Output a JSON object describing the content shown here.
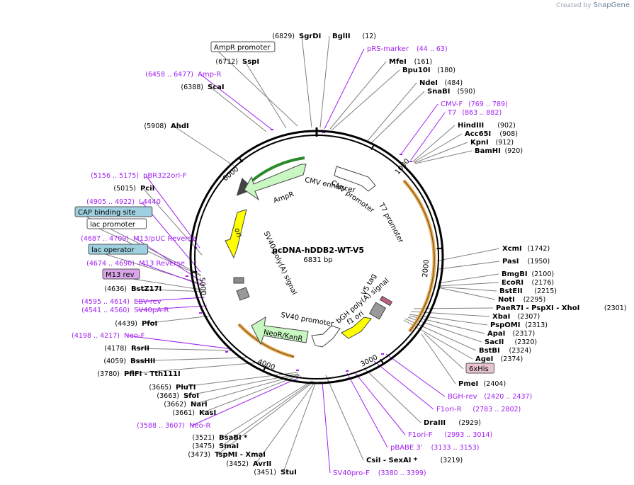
{
  "brand": {
    "created_by": "Created by",
    "name": "SnapGene"
  },
  "plasmid": {
    "name": "pcDNA-hDDB2-WT-V5",
    "size": "6831 bp"
  },
  "ticks": [
    "1000",
    "2000",
    "3000",
    "4000",
    "5000",
    "6000"
  ],
  "features": [
    {
      "key": "cmv_enh",
      "label": "CMV enhancer"
    },
    {
      "key": "cmv_pro",
      "label": "CMV promoter"
    },
    {
      "key": "t7_pro",
      "label": "T7 promoter"
    },
    {
      "key": "v5",
      "label": "V5 tag"
    },
    {
      "key": "bgh",
      "label": "bGH poly(A) signal"
    },
    {
      "key": "f1",
      "label": "f1 ori"
    },
    {
      "key": "sv40pro",
      "label": "SV40 promoter"
    },
    {
      "key": "neor",
      "label": "NeoR/KanR"
    },
    {
      "key": "sv40pa",
      "label": "SV40 poly(A) signal"
    },
    {
      "key": "ori",
      "label": "ori"
    },
    {
      "key": "ampr",
      "label": "AmpR"
    }
  ],
  "right_labels": [
    {
      "k": "enz",
      "name": "BglII",
      "pos": "(12)"
    },
    {
      "k": "prim",
      "name": "pRS-marker",
      "pos": "(44 .. 63)"
    },
    {
      "k": "enz",
      "name": "MfeI",
      "pos": "(161)"
    },
    {
      "k": "enz",
      "name": "Bpu10I",
      "pos": "(180)"
    },
    {
      "k": "enz",
      "name": "NdeI",
      "pos": "(484)"
    },
    {
      "k": "enz",
      "name": "SnaBI",
      "pos": "(590)"
    },
    {
      "k": "prim",
      "name": "CMV-F",
      "pos": "(769 .. 789)"
    },
    {
      "k": "prim",
      "name": "T7",
      "pos": "(863 .. 882)"
    },
    {
      "k": "enz",
      "name": "HindIII",
      "pos": "(902)"
    },
    {
      "k": "enz",
      "name": "Acc65I",
      "pos": "(908)"
    },
    {
      "k": "enz",
      "name": "KpnI",
      "pos": "(912)"
    },
    {
      "k": "enz",
      "name": "BamHI",
      "pos": "(920)"
    },
    {
      "k": "enz",
      "name": "XcmI",
      "pos": "(1742)"
    },
    {
      "k": "enz",
      "name": "PasI",
      "pos": "(1950)"
    },
    {
      "k": "enz",
      "name": "BmgBI",
      "pos": "(2100)"
    },
    {
      "k": "enz",
      "name": "EcoRI",
      "pos": "(2176)"
    },
    {
      "k": "enz",
      "name": "BstEII",
      "pos": "(2215)"
    },
    {
      "k": "enz",
      "name": "NotI",
      "pos": "(2295)"
    },
    {
      "k": "enz",
      "name": "PaeR7I - PspXI - XhoI",
      "pos": "(2301)"
    },
    {
      "k": "enz",
      "name": "XbaI",
      "pos": "(2307)"
    },
    {
      "k": "enz",
      "name": "PspOMI",
      "pos": "(2313)"
    },
    {
      "k": "enz",
      "name": "ApaI",
      "pos": "(2317)"
    },
    {
      "k": "enz",
      "name": "SacII",
      "pos": "(2320)"
    },
    {
      "k": "enz",
      "name": "BstBI",
      "pos": "(2324)"
    },
    {
      "k": "enz",
      "name": "AgeI",
      "pos": "(2374)"
    },
    {
      "k": "featbox",
      "name": "6xHis",
      "pos": ""
    },
    {
      "k": "enz",
      "name": "PmeI",
      "pos": "(2404)"
    },
    {
      "k": "prim",
      "name": "BGH-rev",
      "pos": "(2420 .. 2437)"
    },
    {
      "k": "prim",
      "name": "F1ori-R",
      "pos": "(2783 .. 2802)"
    },
    {
      "k": "enz",
      "name": "DraIII",
      "pos": "(2929)"
    },
    {
      "k": "prim",
      "name": "F1ori-F",
      "pos": "(2993 .. 3014)"
    },
    {
      "k": "prim",
      "name": "pBABE 3'",
      "pos": "(3133 .. 3153)"
    },
    {
      "k": "enz",
      "name": "CsiI - SexAI *",
      "pos": "(3219)"
    },
    {
      "k": "prim",
      "name": "SV40pro-F",
      "pos": "(3380 .. 3399)"
    }
  ],
  "left_labels": [
    {
      "k": "enz",
      "name": "SgrDI",
      "pos": "(6829)"
    },
    {
      "k": "box",
      "name": "AmpR promoter",
      "pos": ""
    },
    {
      "k": "enz",
      "name": "SspI",
      "pos": "(6712)"
    },
    {
      "k": "prim",
      "name": "Amp-R",
      "pos": "(6458 .. 6477)"
    },
    {
      "k": "enz",
      "name": "ScaI",
      "pos": "(6388)"
    },
    {
      "k": "enz",
      "name": "AhdI",
      "pos": "(5908)"
    },
    {
      "k": "prim",
      "name": "pBR322ori-F",
      "pos": "(5156 .. 5175)"
    },
    {
      "k": "enz",
      "name": "PciI",
      "pos": "(5015)"
    },
    {
      "k": "prim",
      "name": "L4440",
      "pos": "(4905 .. 4922)"
    },
    {
      "k": "bluebox",
      "name": "CAP binding site",
      "pos": ""
    },
    {
      "k": "box",
      "name": "lac promoter",
      "pos": ""
    },
    {
      "k": "prim",
      "name": "M13/pUC Reverse",
      "pos": "(4687 .. 4709)"
    },
    {
      "k": "bluebox",
      "name": "lac operator",
      "pos": ""
    },
    {
      "k": "prim",
      "name": "M13 Reverse",
      "pos": "(4674 .. 4690)"
    },
    {
      "k": "purplebox",
      "name": "M13 rev",
      "pos": ""
    },
    {
      "k": "enz",
      "name": "BstZ17I",
      "pos": "(4636)"
    },
    {
      "k": "prim",
      "name": "EBV-rev",
      "pos": "(4595 .. 4614)"
    },
    {
      "k": "prim",
      "name": "SV40pA-R",
      "pos": "(4541 .. 4560)"
    },
    {
      "k": "enz",
      "name": "PfoI",
      "pos": "(4439)"
    },
    {
      "k": "prim",
      "name": "Neo-F",
      "pos": "(4198 .. 4217)"
    },
    {
      "k": "enz",
      "name": "RsrII",
      "pos": "(4178)"
    },
    {
      "k": "enz",
      "name": "BssHII",
      "pos": "(4059)"
    },
    {
      "k": "enz",
      "name": "PflFI - Tth111I",
      "pos": "(3780)"
    },
    {
      "k": "enz",
      "name": "PluTI",
      "pos": "(3665)"
    },
    {
      "k": "enz",
      "name": "SfoI",
      "pos": "(3663)"
    },
    {
      "k": "enz",
      "name": "NarI",
      "pos": "(3662)"
    },
    {
      "k": "enz",
      "name": "KasI",
      "pos": "(3661)"
    },
    {
      "k": "prim",
      "name": "Neo-R",
      "pos": "(3588 .. 3607)"
    },
    {
      "k": "enz",
      "name": "BsaBI *",
      "pos": "(3521)"
    },
    {
      "k": "enz",
      "name": "SmaI",
      "pos": "(3475)"
    },
    {
      "k": "enz",
      "name": "TspMI - XmaI",
      "pos": "(3473)"
    },
    {
      "k": "enz",
      "name": "AvrII",
      "pos": "(3452)"
    },
    {
      "k": "enz",
      "name": "StuI",
      "pos": "(3451)"
    }
  ],
  "colors": {
    "enzyme": "#000000",
    "primer": "#a020f0",
    "ampr": "#c9f7c2",
    "orf_fill": "#ffffff",
    "ori": "#ffff00",
    "bluebox": "#9fd0df",
    "purplebox": "#d8a6e8",
    "hisbox": "#e7c3cf",
    "highlight": "#e8b060"
  }
}
